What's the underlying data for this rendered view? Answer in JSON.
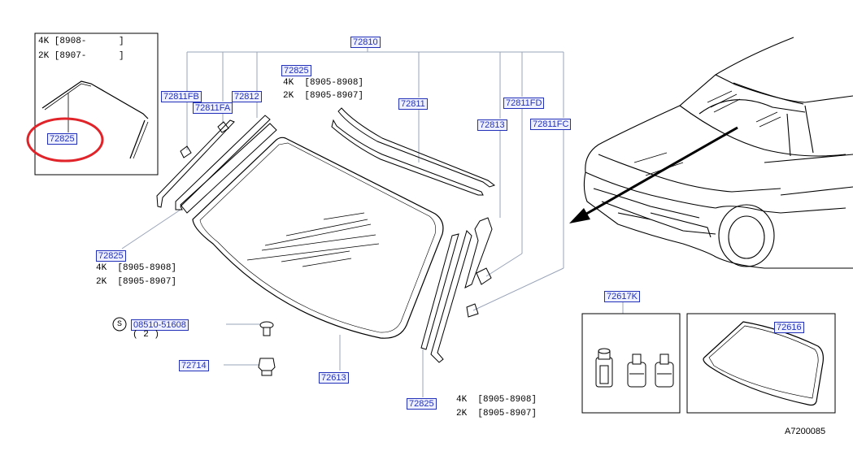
{
  "inset": {
    "line1": "4K [8908-      ]",
    "line2": "2K [8907-      ]",
    "part": "72825"
  },
  "labels": {
    "p72810": "72810",
    "p72811FB": "72811FB",
    "p72812": "72812",
    "p72811FA": "72811FA",
    "p72825_top": "72825",
    "p72811": "72811",
    "p72811FD": "72811FD",
    "p72813": "72813",
    "p72811FC": "72811FC",
    "p72825_left": "72825",
    "p08510": "08510-51608",
    "p72714": "72714",
    "p72613": "72613",
    "p72825_bottom": "72825",
    "p72617K": "72617K",
    "p72616": "72616"
  },
  "notes": {
    "top_4k": "4K  [8905-8908]",
    "top_2k": "2K  [8905-8907]",
    "left_4k": "4K  [8905-8908]",
    "left_2k": "2K  [8905-8907]",
    "bottom_4k": "4K  [8905-8908]",
    "bottom_2k": "2K  [8905-8907]",
    "s_symbol": "S",
    "qty": "( 2 )"
  },
  "ref_code": "A7200085",
  "colors": {
    "label_text": "#2231b8",
    "label_bg": "#eef0ff",
    "highlight_circle": "#e0242a",
    "line": "#000000",
    "leader": "#9aa4b8"
  }
}
